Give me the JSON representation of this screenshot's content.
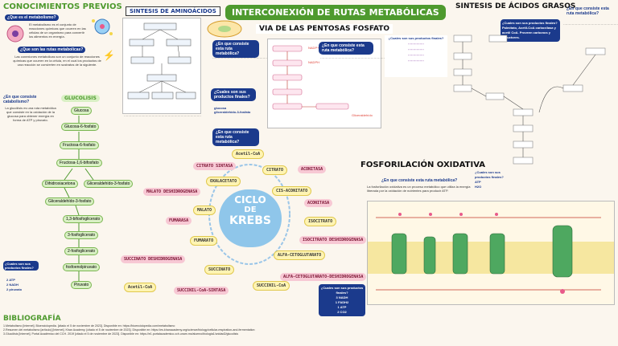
{
  "left": {
    "title": "CONOCIMIENTOS PREVIOS",
    "q1": "¿Que es el metabolismo?",
    "t1": "El metabolismo es el conjunto de reacciones químicas que ocurren en las células de un organismo para convertir los alimentos en energía.",
    "q2": "¿Que son las rutas metabolicas?",
    "t2": "Las conexiones metabolicas son un conjunto de reacciones químicas que ocurren en la célula, en el cual los productos de una reacción se convierten en sustratos de la siguiente.",
    "q3": "¿En que consiste catabolismo?",
    "t3": "La glucólisis es una ruta metabólica que consiste en la oxidación de la glucosa para obtener energía en forma de ATP y piruvato.",
    "q4": "¿Cuales son sus productos finales?",
    "products": [
      "2 ATP",
      "2 NADH",
      "2 piruvato"
    ]
  },
  "glycolysis": {
    "title": "GLUCOLISIS",
    "steps": [
      "Glucosa",
      "Glucosa-6-fosfato",
      "Fructosa-6-fosfato",
      "Fructosa-1,6-bifosfato",
      "Dihidroxiacetona",
      "Gliceraldehído-3-fosfato",
      "Gliceraldehído-3-fosfato",
      "1,3-bifosfoglicerato",
      "3-fosfoglicerato",
      "2-fosfoglicerato",
      "fosfoenolpiruvato",
      "Piruvato"
    ]
  },
  "amino": {
    "title": "SINTESIS DE AMINOÁCIDOS"
  },
  "center": {
    "title": "INTERCONEXIÓN DE RUTAS METABÓLICAS",
    "pentose_title": "VIA DE LAS PENTOSAS FOSFATO",
    "q_pentose": "¿En que consiste esta ruta metabólica?",
    "q_products": "¿Cuales son sus productos finales?",
    "p_products": [
      "glucosa",
      "gliceraldehído-3-fosfato"
    ],
    "krebs_q": "¿En que consiste esta ruta metabólica?"
  },
  "krebs": {
    "title1": "CICLO",
    "title2": "DE",
    "title3": "KREBS",
    "acetil": "Acetil-CoA",
    "citrato_sintasa": "CITRATO SINTASA",
    "citrato": "CITRATO",
    "aconitasa1": "ACONITASA",
    "cis_aconitato": "CIS-ACONITATO",
    "aconitasa2": "ACONITASA",
    "isocitrato": "ISOCITRATO",
    "isocitrato_dh": "ISOCITRATO DESHIDROGENASA",
    "akg": "ALFA-CETOGLUTARATO",
    "akg_dh": "ALFA-CETOGLUTARATO-DESHIDROGENASA",
    "succinil": "SUCCINIL-CoA",
    "succinil_sint": "SUCCINIL-CoA-SINTASA",
    "succinato": "SUCCINATO",
    "succ_dh": "SUCCINATO DESHIDROGENASA",
    "fumarato": "FUMARATO",
    "fumarasa": "FUMARASA",
    "malato": "MALATO",
    "malato_dh": "MALATO DESHIDROGENASA",
    "oxalacetato": "OXALACETATO",
    "acetilcoa2": "Acetil-CoA",
    "q_products": "¿Cuales son sus productos finales?",
    "products": [
      "3 NADH",
      "1 FADH2",
      "1 ATP",
      "2 CO2"
    ]
  },
  "fatty": {
    "title": "SINTESIS DE ÁCIDOS GRASOS",
    "q1": "¿En que consiste esta ruta metabólica?",
    "q2": "¿Cuales son sus productos finales?",
    "products": "Palmitato, Acetil-CoA carboxilasa y acetil CoA. Proveen carbonos y reductores.",
    "q3": "¿Cuales son sus productos finales?",
    "products2": [
      "ATP",
      "H2O"
    ]
  },
  "oxphos": {
    "title": "FOSFORILACIÓN OXIDATIVA",
    "q": "¿En que consiste esta ruta metabólica?",
    "t": "La fosforilación oxidativa es un proceso metabólico que utiliza la energía liberada por la oxidación de nutrientes para producir ATP."
  },
  "biblio": {
    "title": "BIBLIOGRAFÍA",
    "refs": [
      "1.Metabolismo [Internet]. Bioenciclopedia. [citado el 5 de noviembre de 2023]. Disponible en: https://bioenciclopedia.com/metabolismo",
      "2.Resumen del metabolismo [artículo] [Internet]. Khan Academy. [citado el 5 de noviembre de 2023]. Disponible en: https://es.khanacademy.org/science/biology/cellular-respiration-and-fermentation",
      "3.Glucólisis [Internet]. Portal Académico del CCH. 2019 [citado el 5 de noviembre de 2023]. Disponible en: https://e1.portalacademico.cch.unam.mx/alumno/biologia1/unidad2/glucolisis"
    ]
  },
  "colors": {
    "bg": "#fbf6ee",
    "green": "#4e9a2e",
    "navy": "#1b3a8c",
    "yellow": "#f3d64a",
    "pink": "#f7c8d4"
  }
}
